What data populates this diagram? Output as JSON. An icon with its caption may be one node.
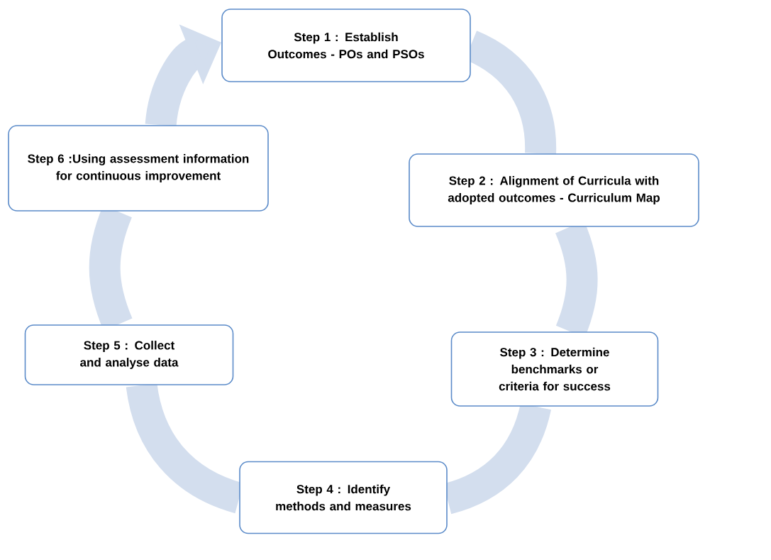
{
  "diagram": {
    "nodes": [
      {
        "text": [
          "Step 1 : Establish Outcomes - POs and PSOs"
        ]
      },
      {
        "text": [
          "Step 2 : Alignment of Curricula with adopted outcomes - Curriculum Map"
        ]
      },
      {
        "text": [
          "Step 3 : Determine benchmarks or criteria for success"
        ]
      },
      {
        "text": [
          "Step 4 : Identify methods and measures"
        ]
      },
      {
        "text": [
          "Step 5 : Collect and analyse data"
        ]
      },
      {
        "text": [
          "Step 6 :Using assessment information for continuous improvement"
        ]
      }
    ],
    "edges": [
      {
        "from": 0,
        "to": 1,
        "arrow": "none"
      },
      {
        "from": 1,
        "to": 2,
        "arrow": "none"
      },
      {
        "from": 2,
        "to": 3,
        "arrow": "none"
      },
      {
        "from": 3,
        "to": 4,
        "arrow": "none"
      },
      {
        "from": 4,
        "to": 5,
        "arrow": "none"
      },
      {
        "from": 5,
        "to": 0,
        "arrow": "to"
      }
    ]
  }
}
